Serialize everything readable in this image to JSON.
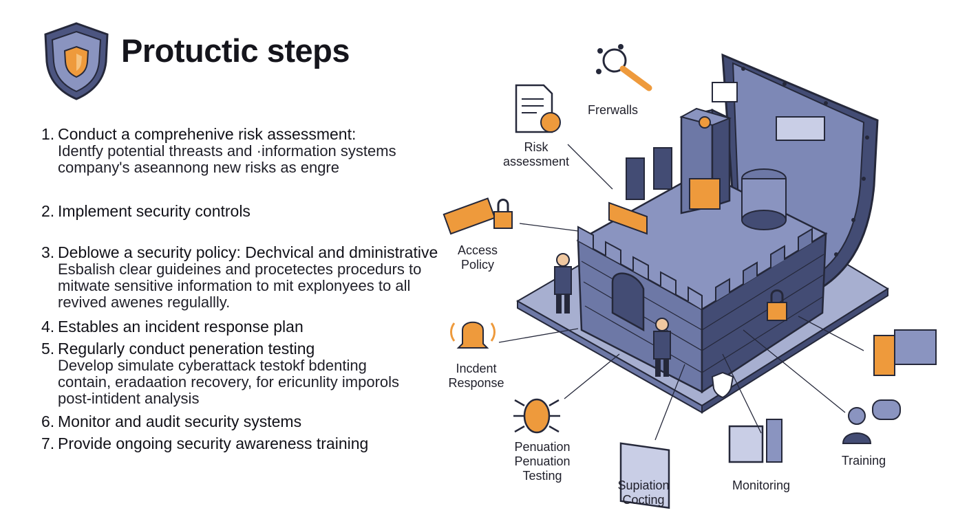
{
  "header": {
    "title": "Protuctic steps"
  },
  "steps": [
    {
      "number": "1.",
      "heading": "Conduct a comprehenive risk assessment:",
      "lines": [
        "Identfy potential threasts and ·information systems",
        "company's aseannong new risks as engre"
      ]
    },
    {
      "number": "2.",
      "heading": "Implement security controls",
      "lines": []
    },
    {
      "number": "3.",
      "heading": "Deblowe a security policy: Dechvical and dministrative",
      "lines": [
        "Esbalish clear guideines and procetectes procedurs to",
        "mitwate sensitive information to mit explonyees to all",
        "revived awenes regulallly."
      ]
    },
    {
      "number": "4.",
      "heading": "Estables an incident response plan",
      "lines": []
    },
    {
      "number": "5.",
      "heading": "Regularly conduct peneration testing",
      "lines": [
        "Develop simulate cyberattack testokf bdenting",
        "contain, eradaation recovery, for ericunlity imporols",
        "post-intident analysis"
      ]
    },
    {
      "number": "6.",
      "heading": "Monitor and audit security systems",
      "lines": []
    },
    {
      "number": "7.",
      "heading": "Provide ongoing security awareness training",
      "lines": []
    }
  ],
  "diagram_labels": {
    "firewalls": "Frerwalls",
    "risk": [
      "Risk",
      "assessment"
    ],
    "access": [
      "Access",
      "Policy"
    ],
    "incident": [
      "Incdent",
      "Response"
    ],
    "penetration": [
      "Penuation",
      "Penuation",
      "Testing"
    ],
    "simulation": [
      "Supiation",
      "Cocting"
    ],
    "monitoring": "Monitoring",
    "training": "Training"
  },
  "colors": {
    "accent": "#ee9a3c",
    "castle": "#6d78a6",
    "castle_dark": "#434c74",
    "outline": "#25283a"
  }
}
